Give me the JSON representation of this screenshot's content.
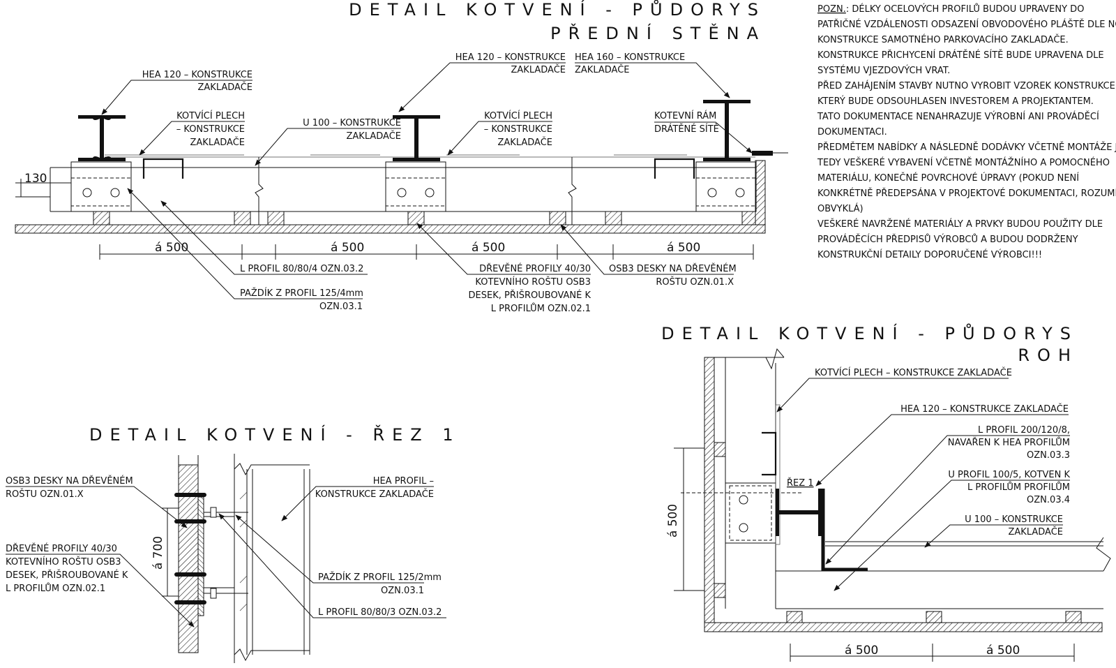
{
  "titles": {
    "plan_front_1": "DETAIL KOTVENÍ - PŮDORYS",
    "plan_front_2": "PŘEDNÍ STĚNA",
    "section_1": "DETAIL KOTVENÍ - ŘEZ 1",
    "plan_corner_1": "DETAIL KOTVENÍ - PŮDORYS",
    "plan_corner_2": "ROH"
  },
  "notes": {
    "heading": "POZN.",
    "lines": [
      ": DÉLKY OCELOVÝCH PROFILŮ BUDOU UPRAVENY DO",
      "PATŘIČNÉ VZDÁLENOSTI ODSAZENÍ OBVODOVÉHO PLÁŠTĚ DLE NOSNÉ",
      "KONSTRUKCE SAMOTNÉHO PARKOVACÍHO ZAKLADAČE.",
      "KONSTRUKCE PŘICHYCENÍ DRÁTĚNÉ SÍTĚ BUDE UPRAVENA DLE",
      "SYSTÉMU VJEZDOVÝCH VRAT.",
      "PŘED ZAHÁJENÍM STAVBY NUTNO VYROBIT VZOREK KONSTRUKCE,",
      "KTERÝ BUDE ODSOUHLASEN INVESTOREM A PROJEKTANTEM.",
      "TATO DOKUMENTACE NENAHRAZUJE VÝROBNÍ ANI PROVÁDĚCÍ",
      "DOKUMENTACI.",
      "PŘEDMĚTEM NABÍDKY A NÁSLEDNĚ DODÁVKY VČETNĚ MONTÁŽE JE",
      "TEDY VEŠKERÉ VYBAVENÍ VČETNĚ MONTÁŽNÍHO A POMOCNÉHO",
      "MATERIÁLU, KONEČNÉ POVRCHOVÉ ÚPRAVY (POKUD NENÍ",
      "KONKRÉTNĚ PŘEDEPSÁNA V PROJEKTOVÉ DOKUMENTACI, ROZUMÍ SE",
      "OBVYKLÁ)",
      "VEŠKERÉ NAVRŽENÉ MATERIÁLY A PRVKY BUDOU POUŽITY DLE",
      "PROVÁDĚCÍCH PŘEDPISŮ VÝROBCŮ A BUDOU DODRŽENY",
      "KONSTRUKČNÍ DETAILY DOPORUČENÉ VÝROBCI!!!"
    ]
  },
  "labels": {
    "hea120_left": [
      "HEA 120 – KONSTRUKCE",
      "ZAKLADAČE"
    ],
    "hea120_mid": [
      "HEA 120 – KONSTRUKCE",
      "ZAKLADAČE"
    ],
    "hea160": [
      "HEA 160 – KONSTRUKCE",
      "ZAKLADAČE"
    ],
    "kotvici_plech_left": [
      "KOTVÍCÍ PLECH",
      "– KONSTRUKCE",
      "ZAKLADAČE"
    ],
    "kotvici_plech_mid": [
      "KOTVÍCÍ PLECH",
      "– KONSTRUKCE",
      "ZAKLADAČE"
    ],
    "u100_front": [
      "U 100 – KONSTRUKCE",
      "ZAKLADAČE"
    ],
    "kotevni_ram": [
      "KOTEVNÍ RÁM",
      "DRÁTĚNÉ SÍTĚ"
    ],
    "l_profil_front": [
      "L PROFIL 80/80/4 OZN.03.2"
    ],
    "pazdik_front": [
      "PAŽDÍK Z PROFIL 125/4mm",
      "OZN.03.1"
    ],
    "drevene_front": [
      "DŘEVĚNÉ PROFILY 40/30",
      "KOTEVNÍHO ROŠTU OSB3",
      "DESEK, PŘIŠROUBOVANÉ K",
      "L PROFILŮM OZN.02.1"
    ],
    "osb3_front": [
      "OSB3 DESKY NA DŘEVĚNÉM",
      "ROŠTU OZN.01.X"
    ],
    "osb3_section": [
      "OSB3 DESKY NA DŘEVĚNÉM",
      "ROŠTU OZN.01.X"
    ],
    "drevene_section": [
      "DŘEVĚNÉ PROFILY 40/30",
      "KOTEVNÍHO ROŠTU OSB3",
      "DESEK, PŘIŠROUBOVANÉ K",
      "L PROFILŮM OZN.02.1"
    ],
    "hea_profil_section": [
      "HEA PROFIL –",
      "KONSTRUKCE ZAKLADAČE"
    ],
    "pazdik_section": [
      "PAŽDÍK Z PROFIL 125/2mm",
      "OZN.03.1"
    ],
    "l_profil_section": [
      "L PROFIL 80/80/3 OZN.03.2"
    ],
    "kotvici_plech_corner": [
      "KOTVÍCÍ PLECH – KONSTRUKCE ZAKLADAČE"
    ],
    "hea120_corner": [
      "HEA 120 – KONSTRUKCE ZAKLADAČE"
    ],
    "l_profil_corner": [
      "L PROFIL 200/120/8,",
      "NAVAŘEN K HEA PROFILŮM",
      "OZN.03.3"
    ],
    "u_profil_corner": [
      "U PROFIL 100/5, KOTVEN K",
      "L PROFILŮM PROFILŮM",
      "OZN.03.4"
    ],
    "u100_corner": [
      "U 100 – KONSTRUKCE",
      "ZAKLADAČE"
    ],
    "rez1": [
      "ŘEZ 1"
    ]
  },
  "dimensions": {
    "d130": "130",
    "spacing": "á 500",
    "section_700": "á 700",
    "corner_500_vertical": "á 500"
  }
}
